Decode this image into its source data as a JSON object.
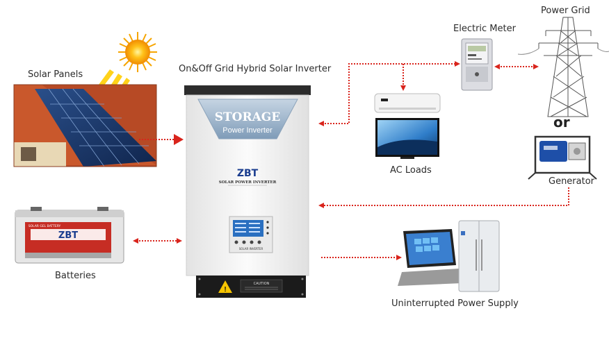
{
  "labels": {
    "solar_panels": "Solar Panels",
    "inverter_title": "On&Off Grid Hybrid Solar Inverter",
    "electric_meter": "Electric Meter",
    "power_grid": "Power Grid",
    "or": "or",
    "generator": "Generator",
    "ac_loads": "AC Loads",
    "batteries": "Batteries",
    "ups": "Uninterrupted Power Supply"
  },
  "inverter": {
    "panel_line1": "STORAGE",
    "panel_line2": "Power Inverter",
    "brand": "ZBT",
    "subtitle": "SOLAR POWER INVERTER",
    "lcd_caption": "SOLAR INVERTER",
    "caution_title": "CAUTION"
  },
  "battery": {
    "brand": "ZBT",
    "top_text": "SOLAR GEL BATTERY"
  },
  "colors": {
    "connector": "#d9241c",
    "inverter_body": "#f2f2f2",
    "inverter_top": "#2c2c2c",
    "panel_blue": "#9db6cf"
  }
}
